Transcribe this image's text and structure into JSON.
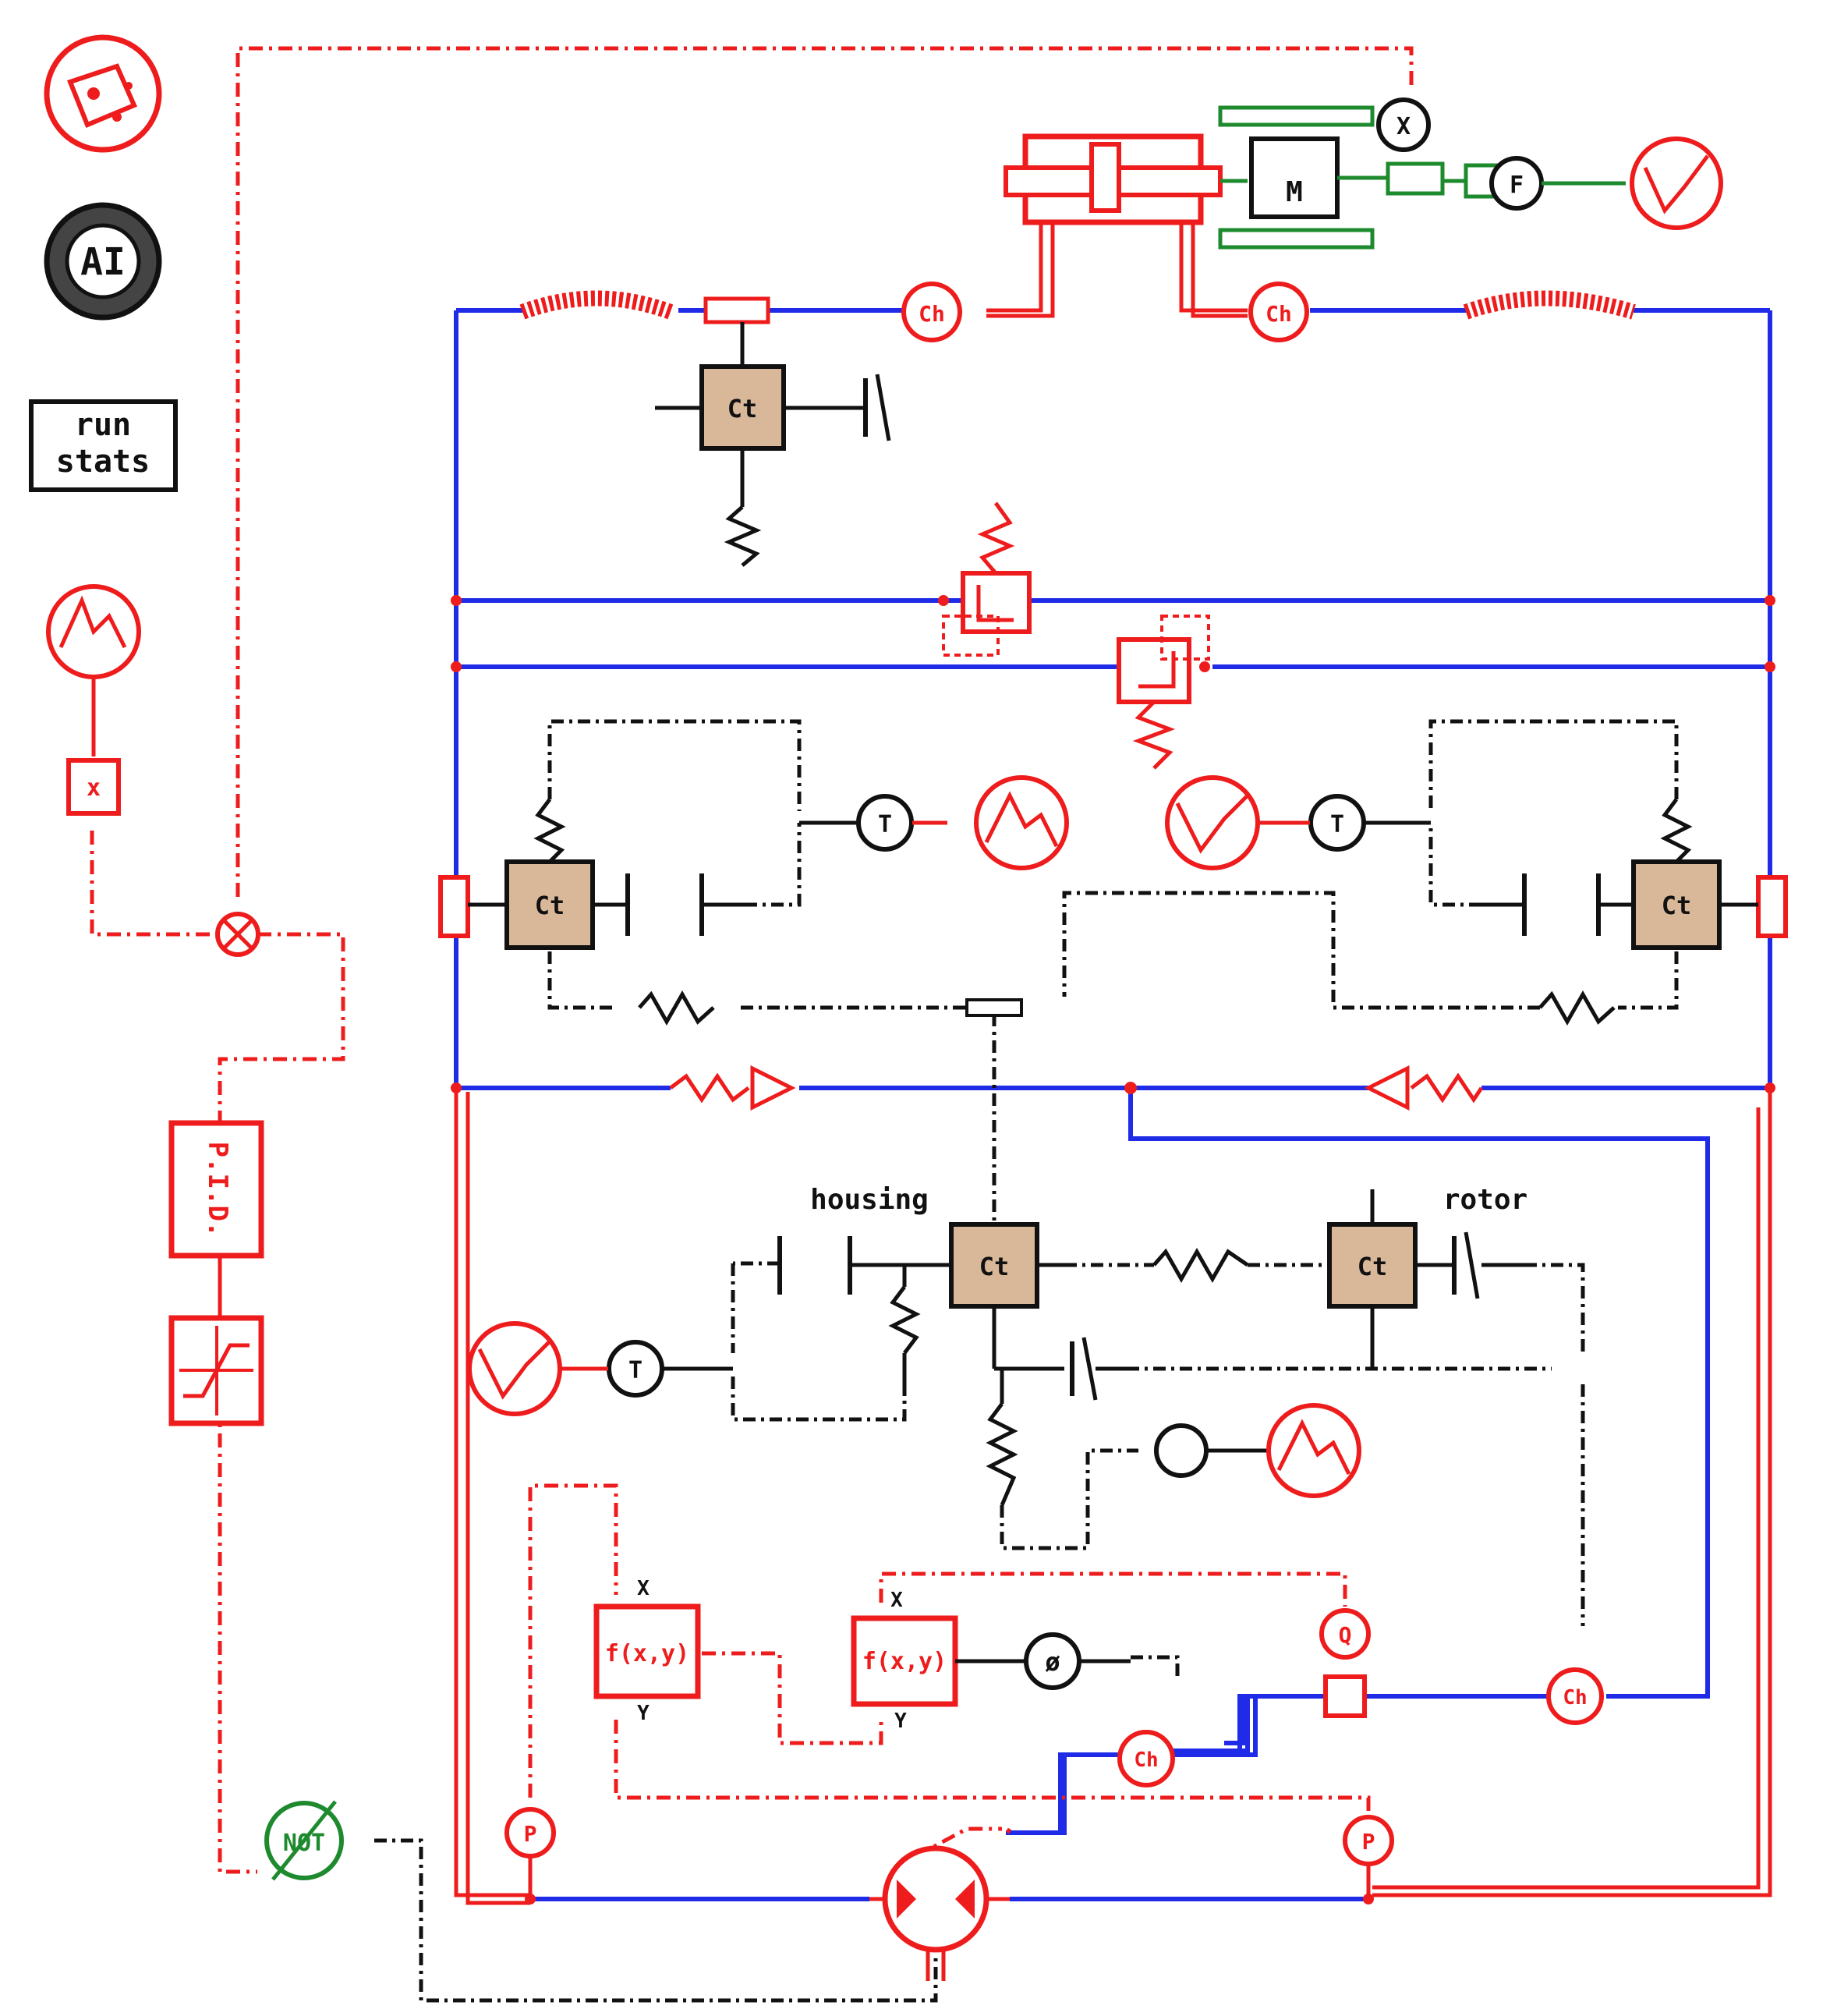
{
  "toolbar": {
    "run_stats_line1": "run",
    "run_stats_line2": "stats",
    "ai_badge": "AI"
  },
  "labels": {
    "housing": "housing",
    "rotor": "rotor",
    "pid": "P.I.D.",
    "not_gate": "NOT",
    "gain": "x",
    "fxy_1": "f(x,y)",
    "fxy_2": "f(x,y)",
    "x_input_1": "X",
    "y_input_1": "Y",
    "x_input_2": "X",
    "y_input_2": "Y",
    "mass": "M",
    "ct": "Ct",
    "chamber": "Ch",
    "torque": "T",
    "pressure": "P",
    "flow": "Q",
    "phi": "ø",
    "displacement": "X",
    "force": "F"
  },
  "colors": {
    "hydraulic": "#1f2be6",
    "signal": "#ee1c1c",
    "mechanical": "#111111",
    "mechanical_green": "#1e8a2e"
  },
  "icons": [
    "composite-icon",
    "ai-icon",
    "signal-source-icon",
    "summing-junction-icon",
    "saturation-icon",
    "pump-motor-icon",
    "spring-icon",
    "damper-icon",
    "check-valve-icon",
    "relief-valve-icon",
    "hose-icon"
  ]
}
